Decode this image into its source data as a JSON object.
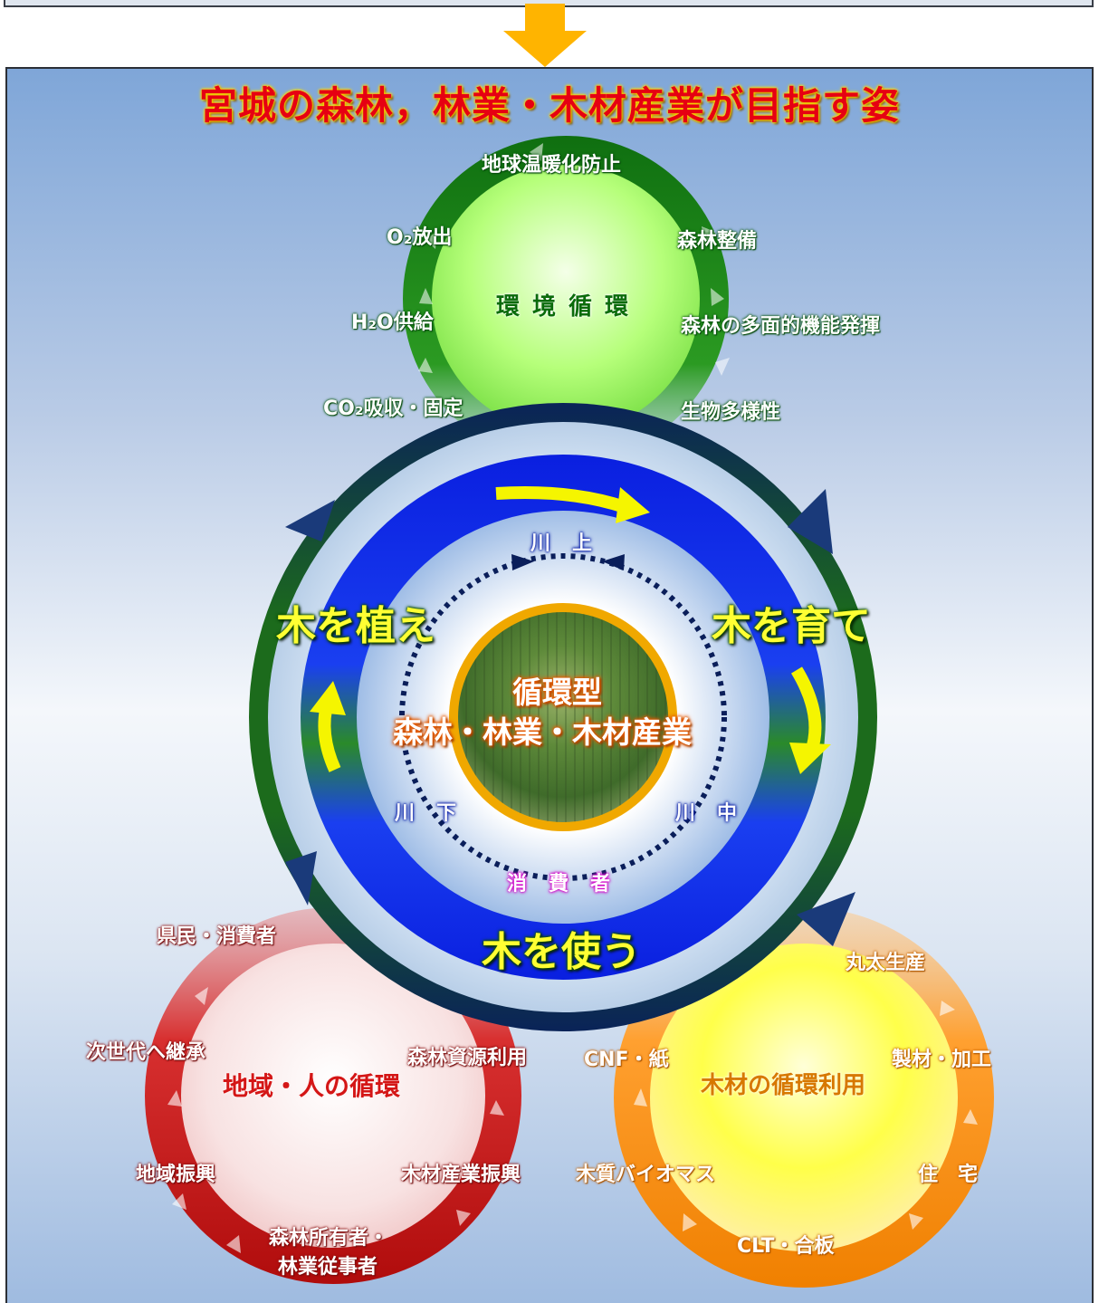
{
  "title": "宮城の森林，林業・木材産業が目指す姿",
  "colors": {
    "environment": "#1e8a1e",
    "region": "#cc1818",
    "wood": "#f08c00",
    "main_ring": "#0a2358",
    "inner_ring": "#1a3ff0",
    "yellow_arrow": "#f5f500"
  },
  "environment_cycle": {
    "title": "環境循環",
    "labels": {
      "top": "地球温暖化防止",
      "o2": "O₂放出",
      "forest_maintenance": "森林整備",
      "h2o": "H₂O供給",
      "multifunction": "森林の多面的機能発揮",
      "co2": "CO₂吸収・固定",
      "biodiversity": "生物多様性"
    }
  },
  "main_cycle": {
    "plant": "木を植え",
    "grow": "木を育て",
    "use": "木を使う",
    "upstream": "川上",
    "downstream": "川下",
    "midstream": "川中",
    "consumer": "消費者",
    "center_line1": "循環型",
    "center_line2": "森林・林業・木材産業"
  },
  "region_cycle": {
    "title": "地域・人の循環",
    "labels": {
      "citizens": "県民・消費者",
      "next_gen": "次世代へ継承",
      "resource_use": "森林資源利用",
      "regional_promo": "地域振興",
      "industry_promo": "木材産業振興",
      "owners_1": "森林所有者・",
      "owners_2": "林業従事者"
    }
  },
  "wood_cycle": {
    "title": "木材の循環利用",
    "labels": {
      "logs": "丸太生産",
      "cnf": "CNF・紙",
      "sawmill": "製材・加工",
      "biomass": "木質バイオマス",
      "housing": "住　宅",
      "clt": "CLT・合板"
    }
  }
}
